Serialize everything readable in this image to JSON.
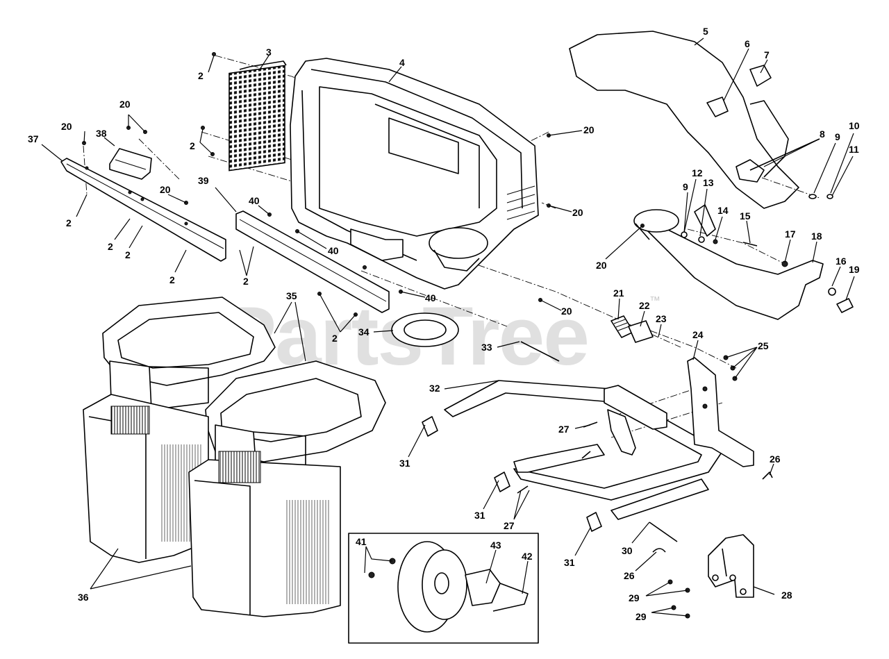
{
  "watermark": {
    "text": "PartsTree",
    "trademark": "™"
  },
  "callouts": {
    "c2a": "2",
    "c3": "3",
    "c4": "4",
    "c2b": "2",
    "c20a": "20",
    "c20b": "20",
    "c37": "37",
    "c38": "38",
    "c20c": "20",
    "c20d": "20",
    "c39": "39",
    "c40a": "40",
    "c2c": "2",
    "c2d": "2",
    "c2e": "2",
    "c2f": "2",
    "c2g": "2",
    "c40b": "40",
    "c20e": "20",
    "c40c": "40",
    "c35": "35",
    "c34": "34",
    "c2h": "2",
    "c20f": "20",
    "c5": "5",
    "c6": "6",
    "c7": "7",
    "c8": "8",
    "c9a": "9",
    "c10": "10",
    "c11": "11",
    "c12": "12",
    "c13": "13",
    "c9b": "9",
    "c14": "14",
    "c15": "15",
    "c17": "17",
    "c18": "18",
    "c16": "16",
    "c19": "19",
    "c20g": "20",
    "c21": "21",
    "c22": "22",
    "c23": "23",
    "c33": "33",
    "c24": "24",
    "c25": "25",
    "c32": "32",
    "c27a": "27",
    "c31a": "31",
    "c31b": "31",
    "c27b": "27",
    "c26a": "26",
    "c31c": "31",
    "c41": "41",
    "c43": "43",
    "c42": "42",
    "c30": "30",
    "c26b": "26",
    "c29a": "29",
    "c29b": "29",
    "c28": "28",
    "c36": "36"
  }
}
